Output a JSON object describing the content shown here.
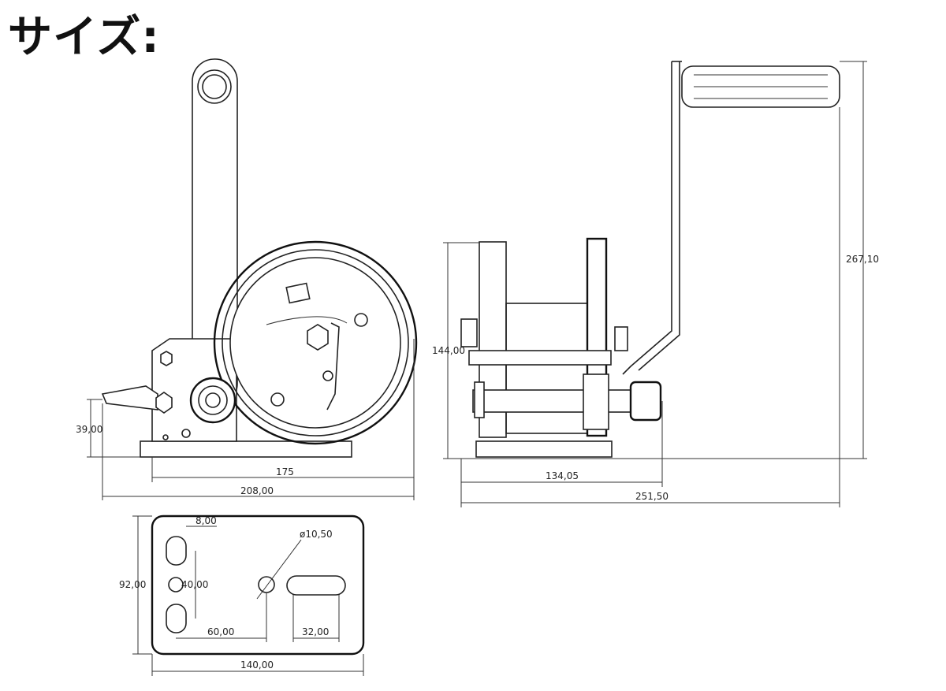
{
  "title": "サイズ:",
  "dimensions": {
    "side_height_base": "39,00",
    "side_width_inner": "175",
    "side_width_total": "208,00",
    "front_height": "144,00",
    "front_width_mid": "134,05",
    "front_width_total": "251,50",
    "front_height_total": "267,10",
    "base_slot_width": "8,00",
    "base_hole_diameter": "ø10,50",
    "base_height": "92,00",
    "base_slot_spacing": "40,00",
    "base_offset": "60,00",
    "base_slot_length": "32,00",
    "base_width": "140,00"
  }
}
